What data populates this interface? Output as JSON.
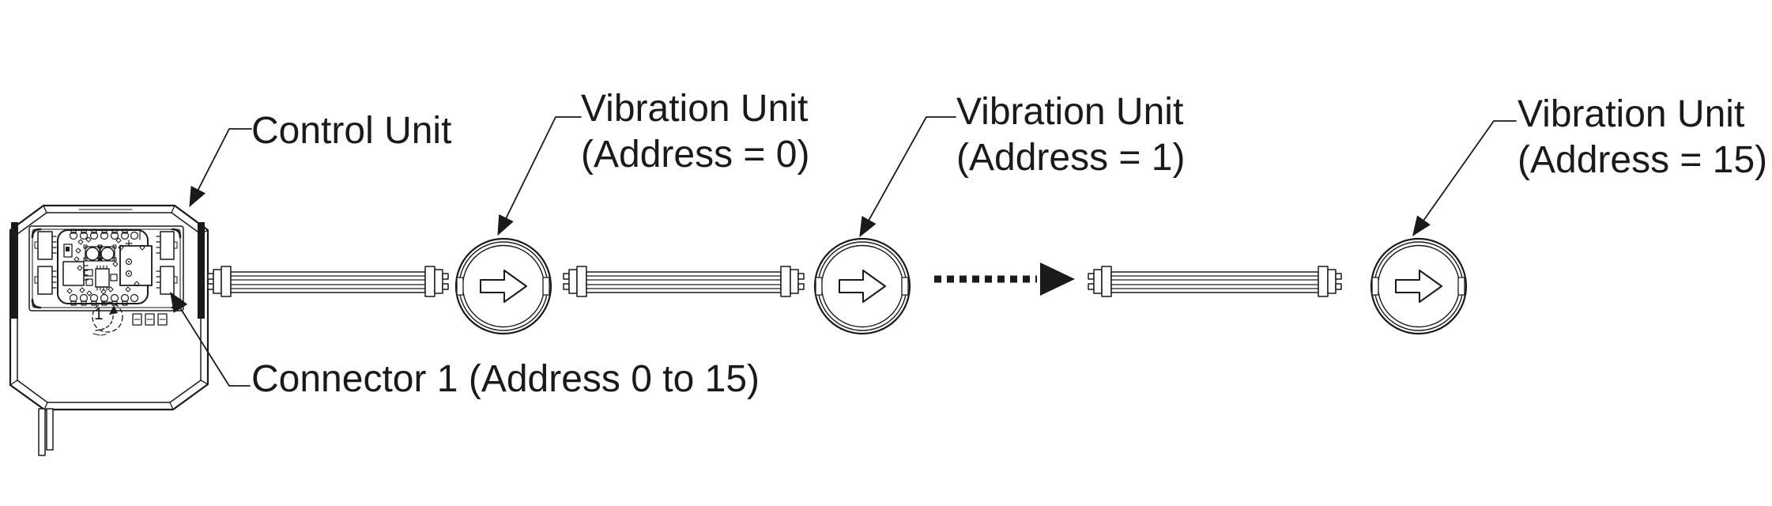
{
  "page": {
    "background": "#ffffff",
    "line_color": "#1a1a1a"
  },
  "diagram": {
    "control_unit": {
      "label": "Control Unit",
      "connector_label": "Connector 1 (Address 0 to 15)",
      "board_marking": "1"
    },
    "vibration_units": [
      {
        "name": "Vibration Unit",
        "address": "(Address = 0)"
      },
      {
        "name": "Vibration Unit",
        "address": "(Address = 1)"
      },
      {
        "name": "Vibration Unit",
        "address": "(Address = 15)"
      }
    ],
    "icons": {
      "vibration_unit_symbol": "right-arrow-icon",
      "continuation_symbol": "dotted-arrow-icon",
      "leader_pointer": "leader-arrowhead-icon"
    }
  }
}
